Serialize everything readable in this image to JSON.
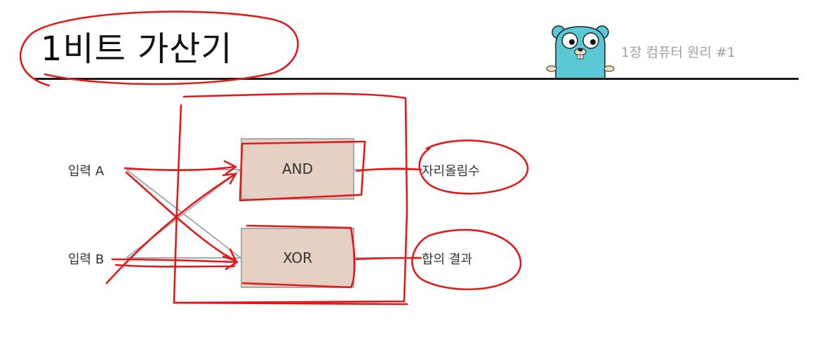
{
  "slide": {
    "title": "1비트 가산기",
    "chapter": "1장 컴퓨터 원리 #1",
    "mascot_icon": "gopher-icon"
  },
  "diagram": {
    "inputs": [
      {
        "label": "입력 A"
      },
      {
        "label": "입력 B"
      }
    ],
    "gates": [
      {
        "label": "AND"
      },
      {
        "label": "XOR"
      }
    ],
    "outputs": [
      {
        "label": "자리올림수"
      },
      {
        "label": "합의 결과"
      }
    ]
  },
  "colors": {
    "gate_fill": "#e6d0c3",
    "wire": "#a9a9a9",
    "annotation_ink": "#e01b1b",
    "mascot_body": "#5bc8d6"
  }
}
